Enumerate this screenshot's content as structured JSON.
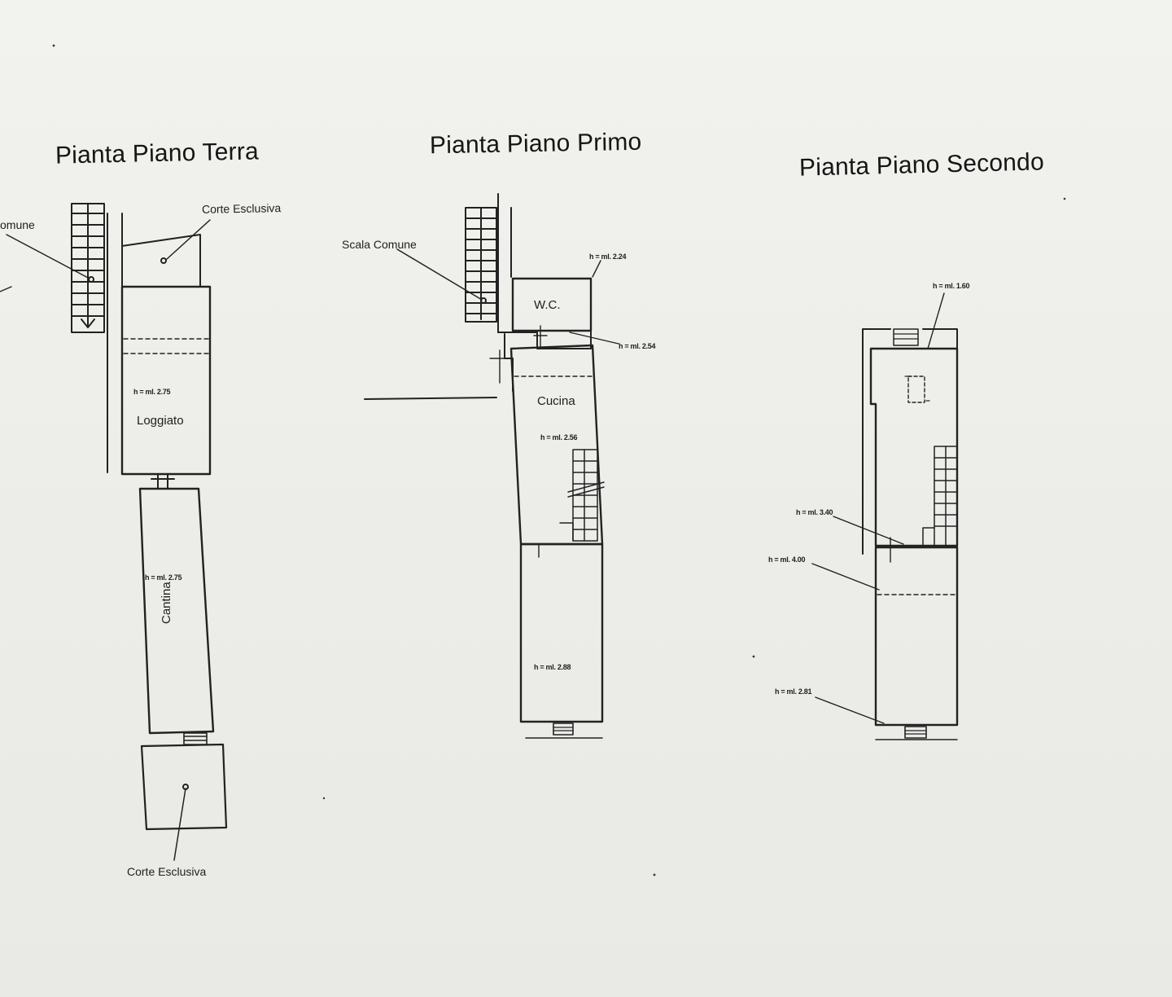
{
  "plans": [
    {
      "title": "Pianta Piano Terra",
      "labels": {
        "scala_comune": "omune",
        "corte_esclusiva_top": "Corte Esclusiva",
        "loggiato": "Loggiato",
        "cantina": "Cantina",
        "corte_esclusiva_bottom": "Corte Esclusiva",
        "h_loggiato": "h = ml. 2.75",
        "h_cantina": "h = ml. 2.75"
      }
    },
    {
      "title": "Pianta Piano Primo",
      "labels": {
        "scala_comune": "Scala Comune",
        "wc": "W.C.",
        "cucina": "Cucina",
        "h_wc_top": "h = ml. 2.24",
        "h_wc_bottom": "h = ml. 2.54",
        "h_cucina": "h = ml. 2.56",
        "h_lower": "h = ml. 2.88"
      }
    },
    {
      "title": "Pianta Piano Secondo",
      "labels": {
        "h_top": "h = ml. 1.60",
        "h_mid1": "h = ml. 3.40",
        "h_mid2": "h = ml. 4.00",
        "h_bottom": "h = ml. 2.81"
      }
    }
  ]
}
